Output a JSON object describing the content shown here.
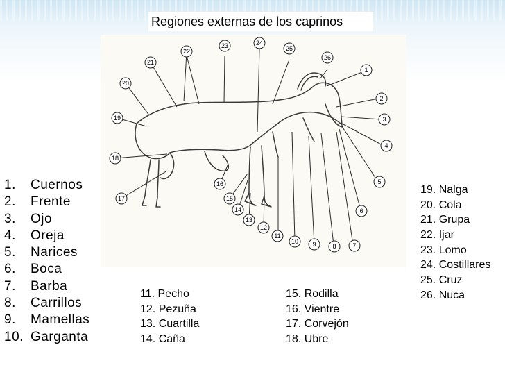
{
  "title": "Regiones externas de los caprinos",
  "diagram_numbers": [
    "1",
    "2",
    "3",
    "4",
    "5",
    "6",
    "7",
    "8",
    "9",
    "10",
    "11",
    "12",
    "13",
    "14",
    "15",
    "16",
    "17",
    "18",
    "19",
    "20",
    "21",
    "22",
    "23",
    "24",
    "25",
    "26"
  ],
  "left_list": [
    {
      "num": "1.",
      "label": "Cuernos"
    },
    {
      "num": "2.",
      "label": "Frente"
    },
    {
      "num": "3.",
      "label": "Ojo"
    },
    {
      "num": "4.",
      "label": "Oreja"
    },
    {
      "num": "5.",
      "label": "Narices"
    },
    {
      "num": "6.",
      "label": "Boca"
    },
    {
      "num": "7.",
      "label": "Barba"
    },
    {
      "num": "8.",
      "label": "Carrillos"
    },
    {
      "num": "9.",
      "label": "Mamellas"
    },
    {
      "num": "10.",
      "label": "Garganta"
    }
  ],
  "column_1": [
    "11. Pecho",
    "12. Pezuña",
    "13. Cuartilla",
    "14. Caña"
  ],
  "column_2": [
    "15. Rodilla",
    "16. Vientre",
    "17. Corvejón",
    "18. Ubre"
  ],
  "column_3": [
    "19. Nalga",
    "20. Cola",
    "21. Grupa",
    "22. Ijar",
    "23. Lomo",
    "24. Costillares",
    "25. Cruz",
    "26. Nuca"
  ]
}
